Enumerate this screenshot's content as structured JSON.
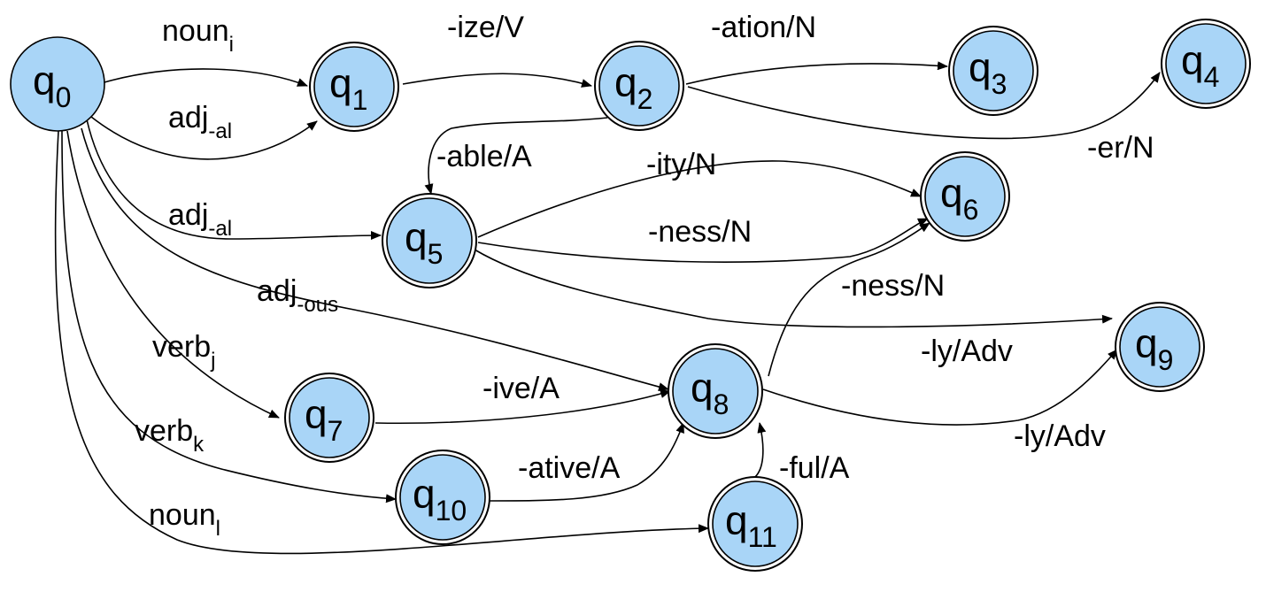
{
  "colors": {
    "state_fill": "#a9d5f7",
    "ink": "#000000"
  },
  "states": [
    {
      "id": "q0",
      "base": "q",
      "sub": "0",
      "final": false
    },
    {
      "id": "q1",
      "base": "q",
      "sub": "1",
      "final": true
    },
    {
      "id": "q2",
      "base": "q",
      "sub": "2",
      "final": true
    },
    {
      "id": "q3",
      "base": "q",
      "sub": "3",
      "final": true
    },
    {
      "id": "q4",
      "base": "q",
      "sub": "4",
      "final": true
    },
    {
      "id": "q5",
      "base": "q",
      "sub": "5",
      "final": true
    },
    {
      "id": "q6",
      "base": "q",
      "sub": "6",
      "final": true
    },
    {
      "id": "q7",
      "base": "q",
      "sub": "7",
      "final": true
    },
    {
      "id": "q8",
      "base": "q",
      "sub": "8",
      "final": true
    },
    {
      "id": "q9",
      "base": "q",
      "sub": "9",
      "final": true
    },
    {
      "id": "q10",
      "base": "q",
      "sub": "10",
      "final": true
    },
    {
      "id": "q11",
      "base": "q",
      "sub": "11",
      "final": true
    }
  ],
  "edges": [
    {
      "id": "e1",
      "from": "q0",
      "to": "q1",
      "base": "noun",
      "sub": "i"
    },
    {
      "id": "e2",
      "from": "q0",
      "to": "q1",
      "base": "adj",
      "sub": "-al"
    },
    {
      "id": "e3",
      "from": "q1",
      "to": "q2",
      "base": "-ize/V",
      "sub": ""
    },
    {
      "id": "e4",
      "from": "q2",
      "to": "q3",
      "base": "-ation/N",
      "sub": ""
    },
    {
      "id": "e5",
      "from": "q2",
      "to": "q4",
      "base": "-er/N",
      "sub": ""
    },
    {
      "id": "e6",
      "from": "q2",
      "to": "q5",
      "base": "-able/A",
      "sub": ""
    },
    {
      "id": "e7",
      "from": "q0",
      "to": "q5",
      "base": "adj",
      "sub": "-al"
    },
    {
      "id": "e8",
      "from": "q5",
      "to": "q6",
      "base": "-ity/N",
      "sub": ""
    },
    {
      "id": "e9",
      "from": "q5",
      "to": "q6",
      "base": "-ness/N",
      "sub": ""
    },
    {
      "id": "e10",
      "from": "q5",
      "to": "q9",
      "base": "-ly/Adv",
      "sub": ""
    },
    {
      "id": "e11",
      "from": "q0",
      "to": "q8",
      "base": "adj",
      "sub": "-ous"
    },
    {
      "id": "e12",
      "from": "q8",
      "to": "q6",
      "base": "-ness/N",
      "sub": ""
    },
    {
      "id": "e13",
      "from": "q8",
      "to": "q9",
      "base": "-ly/Adv",
      "sub": ""
    },
    {
      "id": "e14",
      "from": "q0",
      "to": "q7",
      "base": "verb",
      "sub": "j"
    },
    {
      "id": "e15",
      "from": "q7",
      "to": "q8",
      "base": "-ive/A",
      "sub": ""
    },
    {
      "id": "e16",
      "from": "q0",
      "to": "q10",
      "base": "verb",
      "sub": "k"
    },
    {
      "id": "e17",
      "from": "q10",
      "to": "q8",
      "base": "-ative/A",
      "sub": ""
    },
    {
      "id": "e18",
      "from": "q11",
      "to": "q8",
      "base": "-ful/A",
      "sub": ""
    },
    {
      "id": "e19",
      "from": "q0",
      "to": "q11",
      "base": "noun",
      "sub": "l"
    }
  ]
}
